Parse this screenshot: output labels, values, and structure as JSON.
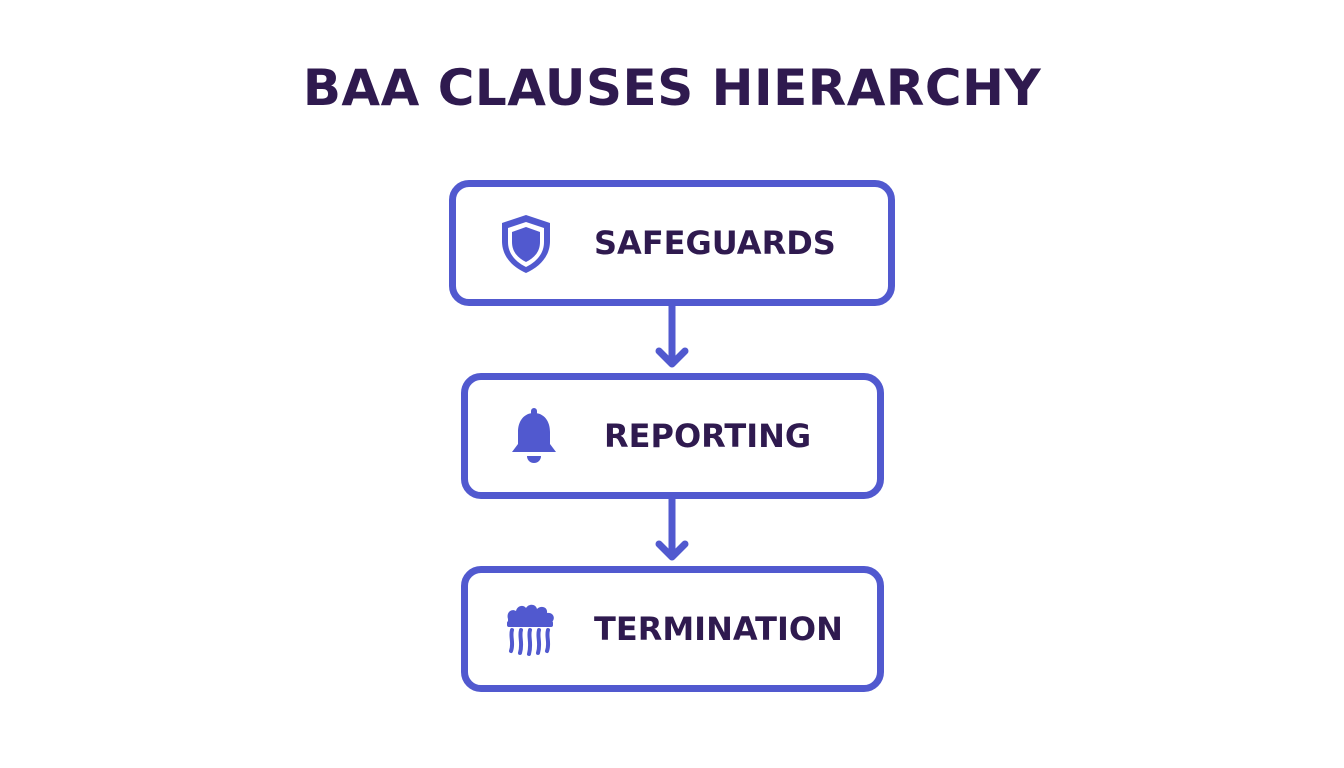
{
  "diagram": {
    "title": "BAA CLAUSES HIERARCHY",
    "nodes": [
      {
        "label": "SAFEGUARDS",
        "icon": "shield-icon"
      },
      {
        "label": "REPORTING",
        "icon": "bell-icon"
      },
      {
        "label": "TERMINATION",
        "icon": "termination-icon"
      }
    ],
    "edges": [
      {
        "from": "SAFEGUARDS",
        "to": "REPORTING"
      },
      {
        "from": "REPORTING",
        "to": "TERMINATION"
      }
    ]
  },
  "colors": {
    "accent": "#5159cf",
    "text": "#2f1a4f",
    "background": "#ffffff"
  }
}
